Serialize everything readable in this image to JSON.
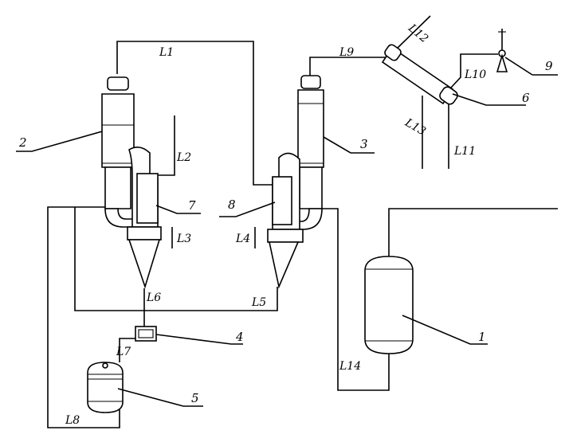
{
  "labels": {
    "n1": "1",
    "n2": "2",
    "n3": "3",
    "n4": "4",
    "n5": "5",
    "n6": "6",
    "n7": "7",
    "n8": "8",
    "n9": "9",
    "L1": "L1",
    "L2": "L2",
    "L3": "L3",
    "L4a": "L4",
    "L5": "L5",
    "L6": "L6",
    "L7": "L7",
    "L8": "L8",
    "L9": "L9",
    "L10": "L10",
    "L11": "L11",
    "L12": "L12",
    "L13": "L13",
    "L14": "L14"
  }
}
